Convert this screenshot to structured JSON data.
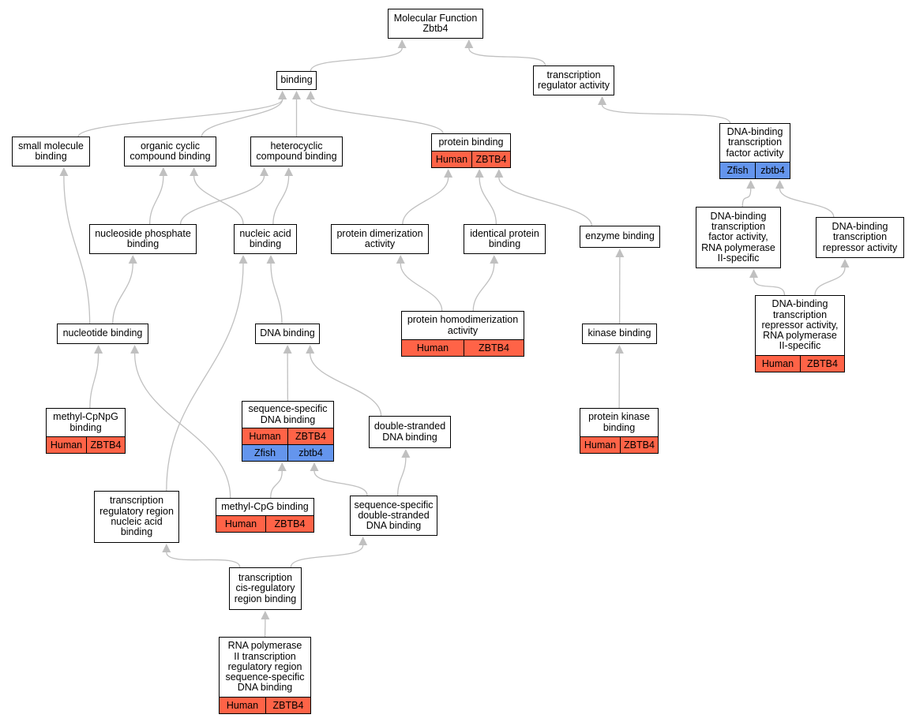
{
  "colors": {
    "human": "#ff6347",
    "zfish": "#6495ed",
    "edge": "#c0c0c0"
  },
  "nodes": [
    {
      "id": "root",
      "label": "Molecular Function\nZbtb4"
    },
    {
      "id": "binding",
      "label": "binding"
    },
    {
      "id": "tra",
      "label": "transcription\nregulator activity"
    },
    {
      "id": "smb",
      "label": "small molecule\nbinding"
    },
    {
      "id": "ocb",
      "label": "organic cyclic\ncompound binding"
    },
    {
      "id": "hcb",
      "label": "heterocyclic\ncompound binding"
    },
    {
      "id": "pb",
      "label": "protein binding",
      "annotations": [
        {
          "species": "Human",
          "gene": "ZBTB4"
        }
      ]
    },
    {
      "id": "dtfa",
      "label": "DNA-binding\ntranscription\nfactor activity",
      "annotations": [
        {
          "species": "Zfish",
          "gene": "zbtb4"
        }
      ]
    },
    {
      "id": "npb",
      "label": "nucleoside phosphate\nbinding"
    },
    {
      "id": "nab",
      "label": "nucleic acid\nbinding"
    },
    {
      "id": "pda",
      "label": "protein dimerization\nactivity"
    },
    {
      "id": "ipb",
      "label": "identical protein\nbinding"
    },
    {
      "id": "eb",
      "label": "enzyme binding"
    },
    {
      "id": "dtfa2",
      "label": "DNA-binding\ntranscription\nfactor activity,\nRNA polymerase\nII-specific"
    },
    {
      "id": "dtra",
      "label": "DNA-binding\ntranscription\nrepressor activity"
    },
    {
      "id": "ntb",
      "label": "nucleotide binding"
    },
    {
      "id": "dnab",
      "label": "DNA binding"
    },
    {
      "id": "phda",
      "label": "protein homodimerization\nactivity",
      "annotations": [
        {
          "species": "Human",
          "gene": "ZBTB4"
        }
      ]
    },
    {
      "id": "kb",
      "label": "kinase binding"
    },
    {
      "id": "dtra2",
      "label": "DNA-binding\ntranscription\nrepressor activity,\nRNA polymerase\nII-specific",
      "annotations": [
        {
          "species": "Human",
          "gene": "ZBTB4"
        }
      ]
    },
    {
      "id": "mcpnpg",
      "label": "methyl-CpNpG\nbinding",
      "annotations": [
        {
          "species": "Human",
          "gene": "ZBTB4"
        }
      ]
    },
    {
      "id": "ssdb",
      "label": "sequence-specific\nDNA binding",
      "annotations": [
        {
          "species": "Human",
          "gene": "ZBTB4"
        },
        {
          "species": "Zfish",
          "gene": "zbtb4"
        }
      ]
    },
    {
      "id": "dsdb",
      "label": "double-stranded\nDNA binding"
    },
    {
      "id": "pkb",
      "label": "protein kinase\nbinding",
      "annotations": [
        {
          "species": "Human",
          "gene": "ZBTB4"
        }
      ]
    },
    {
      "id": "trrnab",
      "label": "transcription\nregulatory region\nnucleic acid\nbinding"
    },
    {
      "id": "mcpg",
      "label": "methyl-CpG binding",
      "annotations": [
        {
          "species": "Human",
          "gene": "ZBTB4"
        }
      ]
    },
    {
      "id": "ssdsdb",
      "label": "sequence-specific\ndouble-stranded\nDNA binding"
    },
    {
      "id": "tcrrb",
      "label": "transcription\ncis-regulatory\nregion binding"
    },
    {
      "id": "rnap",
      "label": "RNA polymerase\nII transcription\nregulatory region\nsequence-specific\nDNA binding",
      "annotations": [
        {
          "species": "Human",
          "gene": "ZBTB4"
        }
      ]
    }
  ],
  "edges": [
    [
      "binding",
      "root"
    ],
    [
      "tra",
      "root"
    ],
    [
      "smb",
      "binding"
    ],
    [
      "ocb",
      "binding"
    ],
    [
      "hcb",
      "binding"
    ],
    [
      "pb",
      "binding"
    ],
    [
      "dtfa",
      "tra"
    ],
    [
      "npb",
      "ocb"
    ],
    [
      "npb",
      "hcb"
    ],
    [
      "nab",
      "ocb"
    ],
    [
      "nab",
      "hcb"
    ],
    [
      "pda",
      "pb"
    ],
    [
      "ipb",
      "pb"
    ],
    [
      "eb",
      "pb"
    ],
    [
      "dtfa2",
      "dtfa"
    ],
    [
      "dtra",
      "dtfa"
    ],
    [
      "ntb",
      "smb"
    ],
    [
      "ntb",
      "npb"
    ],
    [
      "dnab",
      "nab"
    ],
    [
      "phda",
      "pda"
    ],
    [
      "phda",
      "ipb"
    ],
    [
      "kb",
      "eb"
    ],
    [
      "dtra2",
      "dtfa2"
    ],
    [
      "dtra2",
      "dtra"
    ],
    [
      "mcpnpg",
      "ntb"
    ],
    [
      "ssdb",
      "dnab"
    ],
    [
      "dsdb",
      "dnab"
    ],
    [
      "pkb",
      "kb"
    ],
    [
      "trrnab",
      "nab"
    ],
    [
      "mcpg",
      "ntb"
    ],
    [
      "mcpg",
      "ssdb"
    ],
    [
      "ssdsdb",
      "ssdb"
    ],
    [
      "ssdsdb",
      "dsdb"
    ],
    [
      "tcrrb",
      "trrnab"
    ],
    [
      "tcrrb",
      "ssdsdb"
    ],
    [
      "rnap",
      "tcrrb"
    ]
  ]
}
